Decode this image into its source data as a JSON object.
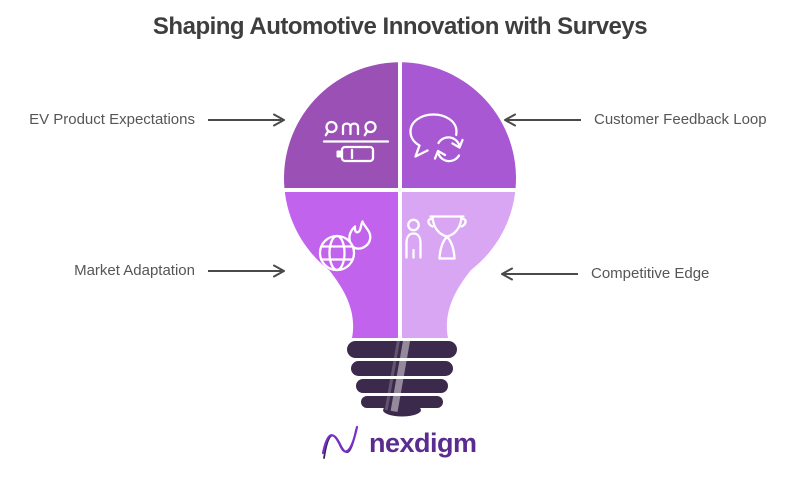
{
  "title": "Shaping Automotive Innovation with Surveys",
  "callouts": {
    "top_left": {
      "label": "EV Product Expectations",
      "arrow_direction": "right"
    },
    "top_right": {
      "label": "Customer Feedback Loop",
      "arrow_direction": "left"
    },
    "bottom_left": {
      "label": "Market Adaptation",
      "arrow_direction": "right"
    },
    "bottom_right": {
      "label": "Competitive Edge",
      "arrow_direction": "left"
    }
  },
  "bulb": {
    "quadrant_colors": {
      "top_left": "#9b50b5",
      "top_right": "#a958d4",
      "bottom_left": "#c263ee",
      "bottom_right": "#d9a6f4"
    },
    "icons": {
      "top_left": "ev-route-pins-battery-icon",
      "top_right": "chat-bubble-refresh-icon",
      "bottom_left": "globe-flame-icon",
      "bottom_right": "person-trophy-icon"
    },
    "base_color": "#3c2a4c"
  },
  "arrow_color": "#4a4a4a",
  "label_text_color": "#565656",
  "title_color": "#3e3e3e",
  "logo": {
    "text": "nexdigm",
    "text_color": "#5b2c90"
  }
}
